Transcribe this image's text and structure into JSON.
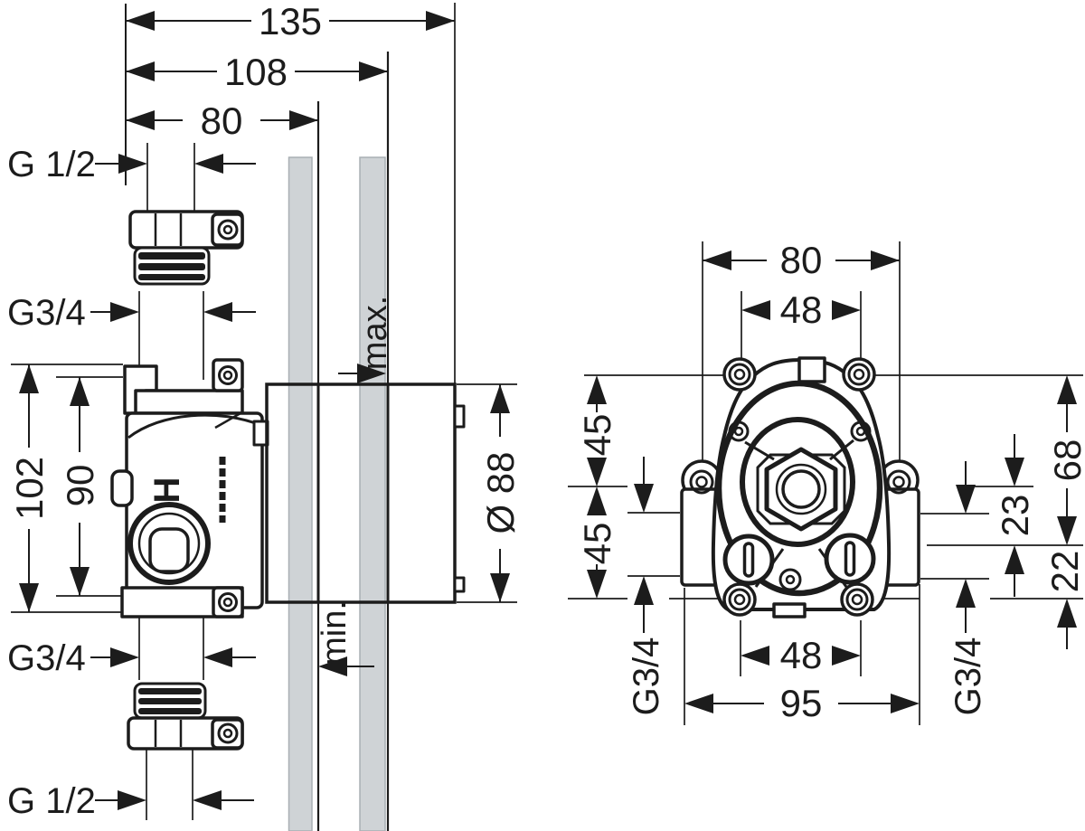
{
  "drawing": {
    "left": {
      "d135": "135",
      "d108": "108",
      "d80": "80",
      "g12_top": "G 1/2",
      "g34_top": "G3/4",
      "d102": "102",
      "d90": "90",
      "dia88": "Ø 88",
      "max": "max.",
      "min": "min.",
      "g34_bottom": "G3/4",
      "g12_bottom": "G 1/2",
      "logo": "H"
    },
    "right": {
      "d80": "80",
      "d48_top": "48",
      "d45_upper": "45",
      "d45_lower": "45",
      "d68": "68",
      "d23": "23",
      "d22": "22",
      "d48_bottom": "48",
      "d95": "95",
      "g34_left": "G3/4",
      "g34_right": "G3/4"
    },
    "colors": {
      "line": "#1c1c1c",
      "wall_fill": "#cfd3d6",
      "wall_edge": "#a9afb4",
      "background": "#ffffff"
    }
  }
}
